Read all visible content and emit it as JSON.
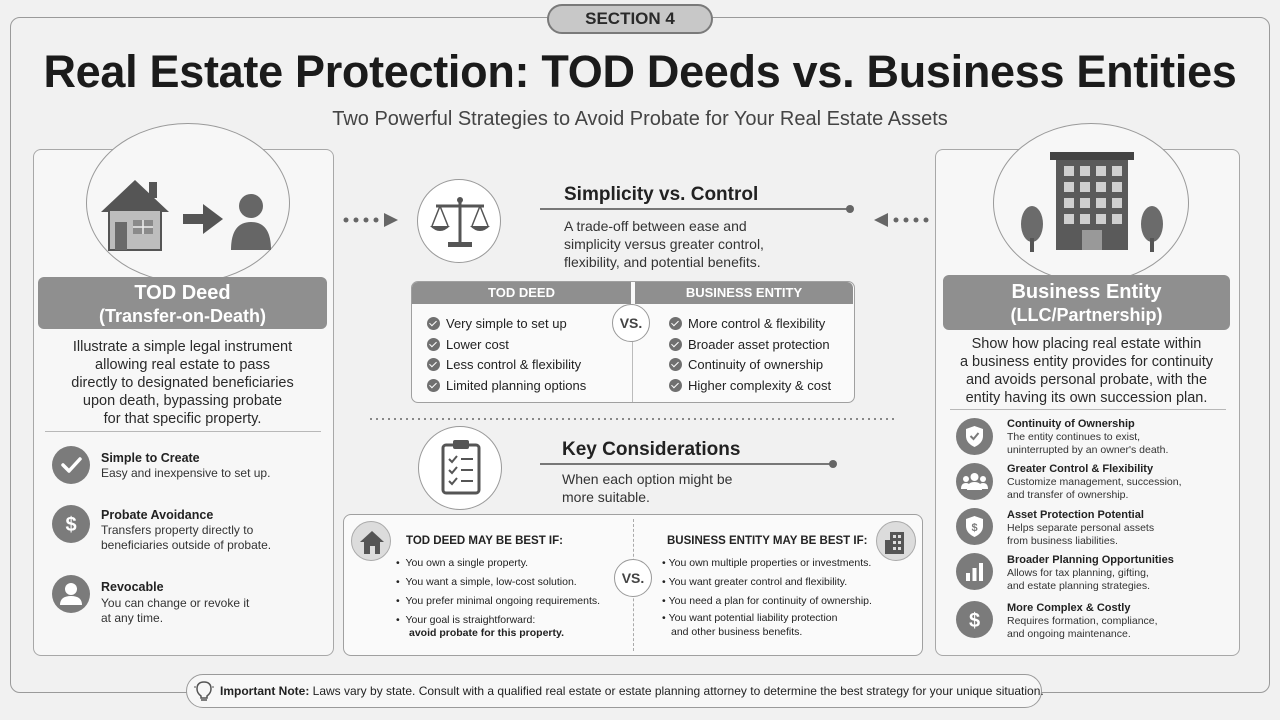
{
  "section": "SECTION 4",
  "title": "Real Estate Protection: TOD Deeds vs. Business Entities",
  "subtitle": "Two Powerful Strategies to Avoid Probate for Your Real Estate Assets",
  "left": {
    "label_line1": "TOD Deed",
    "label_line2": "(Transfer-on-Death)",
    "description": [
      "Illustrate a simple legal instrument",
      "allowing real estate to pass",
      "directly to designated beneficiaries",
      "upon death, bypassing probate",
      "for that specific property."
    ],
    "features": [
      {
        "icon": "checkmark-icon",
        "title": "Simple to Create",
        "desc": [
          "Easy and inexpensive to set up."
        ]
      },
      {
        "icon": "dollar-icon",
        "title": "Probate Avoidance",
        "desc": [
          "Transfers property directly to",
          "beneficiaries outside of probate."
        ]
      },
      {
        "icon": "person-icon",
        "title": "Revocable",
        "desc": [
          "You can change or revoke it",
          "at any time."
        ]
      }
    ]
  },
  "center": {
    "simplicity_title": "Simplicity vs. Control",
    "simplicity_desc": [
      "A trade-off between ease and",
      "simplicity versus greater control,",
      "flexibility, and potential benefits."
    ],
    "table": {
      "left_header": "TOD DEED",
      "right_header": "BUSINESS ENTITY",
      "vs": "VS.",
      "left_items": [
        "Very simple to set up",
        "Lower cost",
        "Less control & flexibility",
        "Limited planning options"
      ],
      "right_items": [
        "More control & flexibility",
        "Broader asset protection",
        "Continuity of ownership",
        "Higher complexity & cost"
      ]
    },
    "key_title": "Key Considerations",
    "key_desc": [
      "When each option might be",
      "more suitable."
    ],
    "kc": {
      "left_head": "TOD DEED MAY BE BEST IF:",
      "right_head": "BUSINESS ENTITY MAY BE BEST IF:",
      "vs": "VS.",
      "left_items": [
        "You own a single property.",
        "You want a simple, low-cost solution.",
        "You prefer minimal ongoing requirements.",
        "Your goal is straightforward:"
      ],
      "left_last_bold": "avoid probate for this property.",
      "right_items": [
        "You own multiple properties or investments.",
        "You want greater control and flexibility.",
        "You need a plan for continuity of ownership.",
        "You want potential liability protection"
      ],
      "right_last": "and other business benefits."
    }
  },
  "right": {
    "label_line1": "Business Entity",
    "label_line2": "(LLC/Partnership)",
    "description": [
      "Show how placing real estate within",
      "a business entity provides for continuity",
      "and avoids personal probate, with the",
      "entity having its own succession plan."
    ],
    "features": [
      {
        "icon": "shield-check-icon",
        "title": "Continuity of Ownership",
        "desc": [
          "The entity continues to exist,",
          "uninterrupted by an owner's death."
        ]
      },
      {
        "icon": "group-icon",
        "title": "Greater Control & Flexibility",
        "desc": [
          "Customize management, succession,",
          "and transfer of ownership."
        ]
      },
      {
        "icon": "shield-dollar-icon",
        "title": "Asset Protection Potential",
        "desc": [
          "Helps separate personal assets",
          "from business liabilities."
        ]
      },
      {
        "icon": "bar-chart-icon",
        "title": "Broader Planning Opportunities",
        "desc": [
          "Allows for tax planning, gifting,",
          "and estate planning strategies."
        ]
      },
      {
        "icon": "dollar-icon",
        "title": "More Complex & Costly",
        "desc": [
          "Requires formation, compliance,",
          "and ongoing maintenance."
        ]
      }
    ]
  },
  "note": {
    "label": "Important Note:",
    "text": " Laws vary by state. Consult with a qualified real estate or estate planning attorney to determine the best strategy for your unique situation."
  }
}
